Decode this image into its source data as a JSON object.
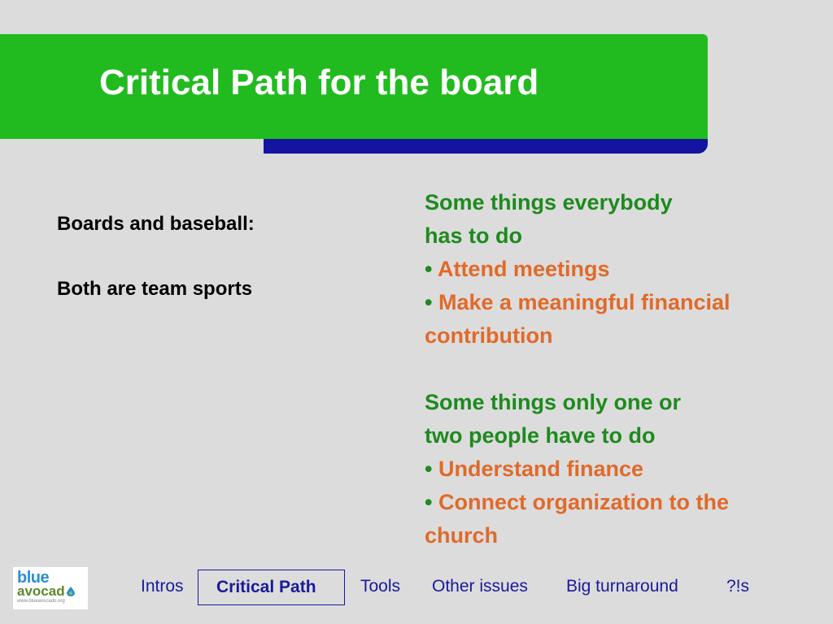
{
  "slide": {
    "title": "Critical Path for the board",
    "left": {
      "line1": "Boards and baseball:",
      "line2": "Both are team sports"
    },
    "right": {
      "heading1_line1": "Some things everybody",
      "heading1_line2": "has to do",
      "bullets1": [
        "Attend meetings",
        "Make a meaningful financial contribution"
      ],
      "heading2_line1": "Some things only one or",
      "heading2_line2": "two people have to do",
      "bullets2": [
        "Understand finance",
        "Connect organization to the church"
      ],
      "bullet_char": "•"
    }
  },
  "logo": {
    "word1": "blue",
    "word2": "avocad",
    "url": "www.blueavocado.org",
    "icon": "avocado-drop-icon"
  },
  "nav": {
    "items": [
      "Intros",
      "Critical Path",
      "Tools",
      "Other issues",
      "Big turnaround",
      "?!s"
    ],
    "active": "Critical Path"
  },
  "colors": {
    "background": "#dcdcdc",
    "title_band": "#22bb1f",
    "accent_band": "#1414a0",
    "heading_green": "#1e8a1e",
    "bullet_orange": "#e06a2a",
    "nav_text": "#1a1a9a"
  }
}
